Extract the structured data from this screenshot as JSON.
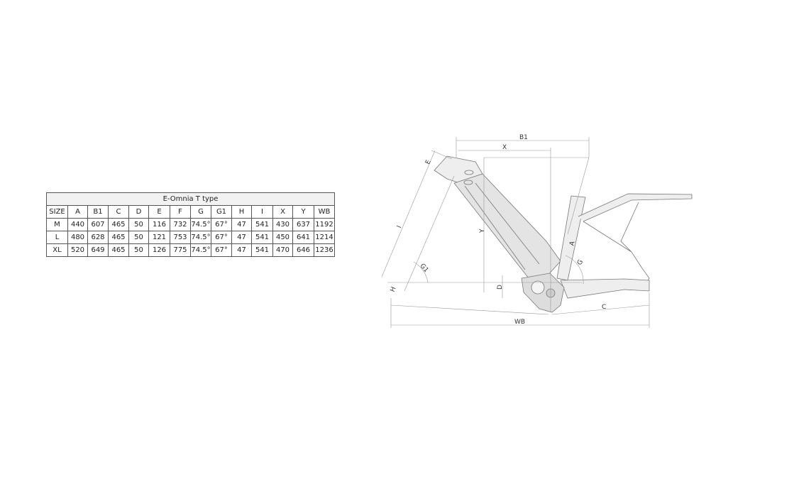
{
  "table": {
    "title": "E-Omnia T type",
    "headers": [
      "SIZE",
      "A",
      "B1",
      "C",
      "D",
      "E",
      "F",
      "G",
      "G1",
      "H",
      "I",
      "X",
      "Y",
      "WB"
    ],
    "rows": [
      [
        "M",
        "440",
        "607",
        "465",
        "50",
        "116",
        "732",
        "74.5°",
        "67°",
        "47",
        "541",
        "430",
        "637",
        "1192"
      ],
      [
        "L",
        "480",
        "628",
        "465",
        "50",
        "121",
        "753",
        "74.5°",
        "67°",
        "47",
        "541",
        "450",
        "641",
        "1214"
      ],
      [
        "XL",
        "520",
        "649",
        "465",
        "50",
        "126",
        "775",
        "74.5°",
        "67°",
        "47",
        "541",
        "470",
        "646",
        "1236"
      ]
    ]
  },
  "diagram": {
    "labels": {
      "b1": "B1",
      "x": "X",
      "y": "Y",
      "e": "E",
      "i": "I",
      "g1": "G1",
      "h": "H",
      "d": "D",
      "a": "A",
      "g": "G",
      "c": "C",
      "wb": "WB"
    }
  }
}
